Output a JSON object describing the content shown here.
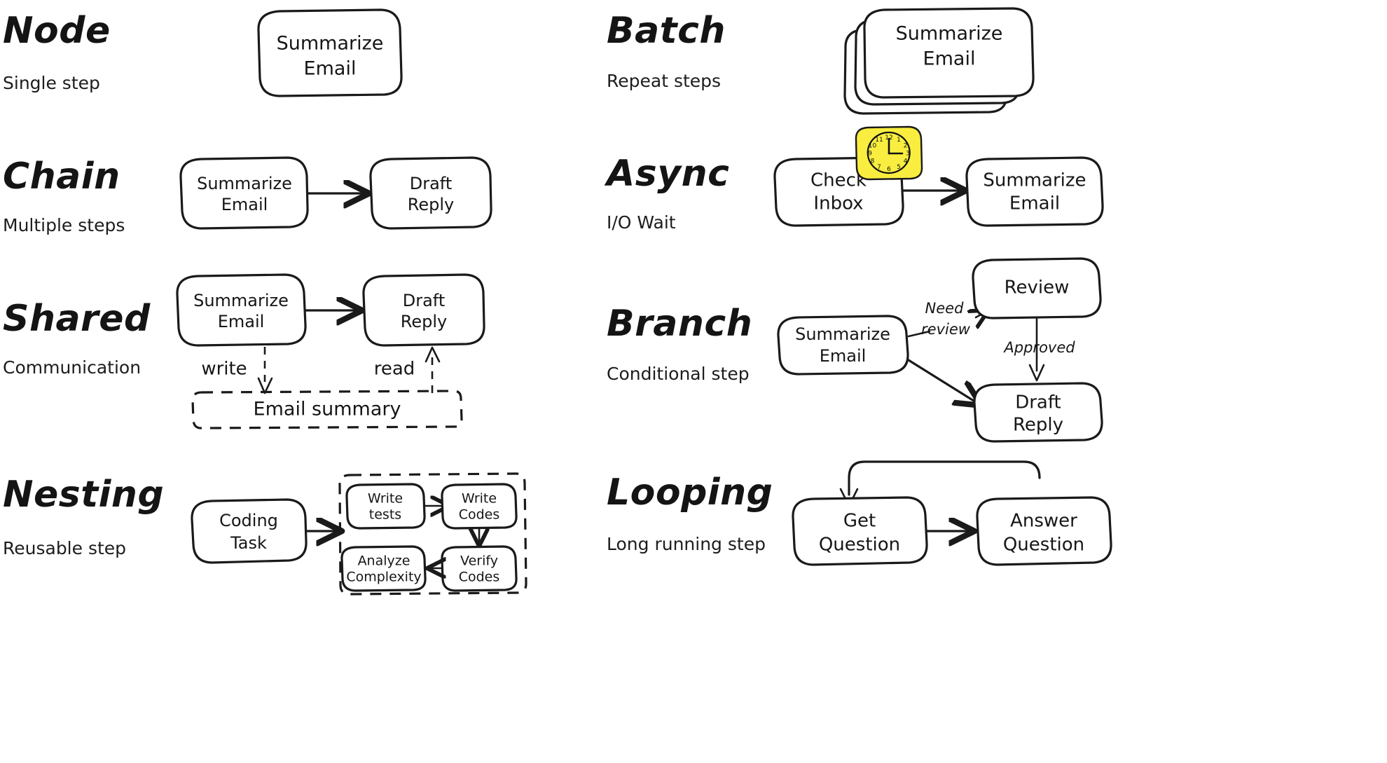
{
  "diagram": {
    "title_style": "hand-drawn whiteboard",
    "bg": "#ffffff",
    "ink": "#1a1a1a",
    "accent_yellow": "#f9ee3f"
  },
  "sections": [
    {
      "id": "node",
      "title": "Node",
      "subtitle": "Single step",
      "nodes": [
        {
          "id": "n1",
          "label_line1": "Summarize",
          "label_line2": "Email"
        }
      ]
    },
    {
      "id": "batch",
      "title": "Batch",
      "subtitle": "Repeat steps",
      "nodes": [
        {
          "id": "b1",
          "label_line1": "Summarize",
          "label_line2": "Email",
          "stacked": "3"
        }
      ]
    },
    {
      "id": "chain",
      "title": "Chain",
      "subtitle": "Multiple steps",
      "nodes": [
        {
          "id": "c1",
          "label_line1": "Summarize",
          "label_line2": "Email"
        },
        {
          "id": "c2",
          "label_line1": "Draft",
          "label_line2": "Reply"
        }
      ],
      "edges": [
        {
          "from": "c1",
          "to": "c2",
          "label": ""
        }
      ]
    },
    {
      "id": "async",
      "title": "Async",
      "subtitle": "I/O Wait",
      "nodes": [
        {
          "id": "a1",
          "label_line1": "Check",
          "label_line2": "Inbox"
        },
        {
          "id": "a2",
          "label_line1": "Summarize",
          "label_line2": "Email"
        }
      ],
      "edges": [
        {
          "from": "a1",
          "to": "a2",
          "label": ""
        }
      ],
      "icon": {
        "name": "clock-icon",
        "numerals": [
          "12",
          "1",
          "2",
          "3",
          "4",
          "5",
          "6",
          "7",
          "8",
          "9",
          "10",
          "11"
        ]
      }
    },
    {
      "id": "shared",
      "title": "Shared",
      "subtitle": "Communication",
      "nodes": [
        {
          "id": "s1",
          "label_line1": "Summarize",
          "label_line2": "Email"
        },
        {
          "id": "s2",
          "label_line1": "Draft",
          "label_line2": "Reply"
        }
      ],
      "store": {
        "label": "Email summary"
      },
      "edges": [
        {
          "from": "s1",
          "to": "s2",
          "label": ""
        },
        {
          "from": "s1",
          "to": "store",
          "label": "write",
          "style": "dashed"
        },
        {
          "from": "store",
          "to": "s2",
          "label": "read",
          "style": "dashed"
        }
      ]
    },
    {
      "id": "branch",
      "title": "Branch",
      "subtitle": "Conditional step",
      "nodes": [
        {
          "id": "br1",
          "label_line1": "Summarize",
          "label_line2": "Email"
        },
        {
          "id": "br2",
          "label_line1": "Review",
          "label_line2": ""
        },
        {
          "id": "br3",
          "label_line1": "Draft",
          "label_line2": "Reply"
        }
      ],
      "edges": [
        {
          "from": "br1",
          "to": "br2",
          "label_line1": "Need",
          "label_line2": "review"
        },
        {
          "from": "br2",
          "to": "br3",
          "label": "Approved"
        },
        {
          "from": "br1",
          "to": "br3",
          "label": ""
        }
      ]
    },
    {
      "id": "nesting",
      "title": "Nesting",
      "subtitle": "Reusable step",
      "nodes": [
        {
          "id": "ns0",
          "label_line1": "Coding",
          "label_line2": "Task"
        },
        {
          "id": "ns1",
          "label_line1": "Write",
          "label_line2": "tests"
        },
        {
          "id": "ns2",
          "label_line1": "Write",
          "label_line2": "Codes"
        },
        {
          "id": "ns3",
          "label_line1": "Verify",
          "label_line2": "Codes"
        },
        {
          "id": "ns4",
          "label_line1": "Analyze",
          "label_line2": "Complexity"
        }
      ],
      "edges": [
        {
          "from": "ns0",
          "to": "group",
          "label": ""
        },
        {
          "from": "ns1",
          "to": "ns2",
          "label": ""
        },
        {
          "from": "ns2",
          "to": "ns3",
          "label": ""
        },
        {
          "from": "ns3",
          "to": "ns4",
          "label": ""
        }
      ]
    },
    {
      "id": "looping",
      "title": "Looping",
      "subtitle": "Long running step",
      "nodes": [
        {
          "id": "lp1",
          "label_line1": "Get",
          "label_line2": "Question"
        },
        {
          "id": "lp2",
          "label_line1": "Answer",
          "label_line2": "Question"
        }
      ],
      "edges": [
        {
          "from": "lp1",
          "to": "lp2",
          "label": ""
        },
        {
          "from": "lp2",
          "to": "lp1",
          "label": "",
          "style": "loop-back"
        }
      ]
    }
  ]
}
